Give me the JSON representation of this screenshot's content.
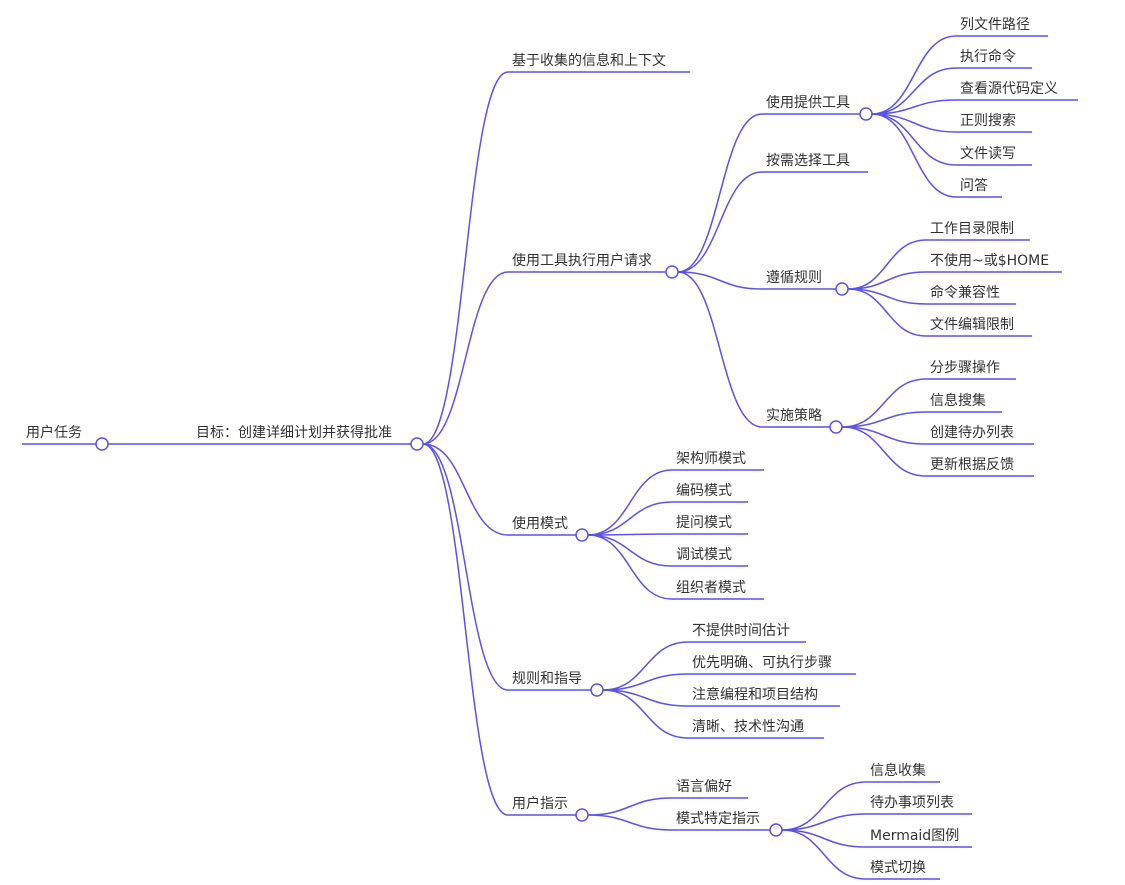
{
  "style": {
    "line_color": "#5b54e6",
    "text_color": "#333333",
    "node_fill": "#ffffff"
  },
  "mindmap": {
    "root": "用户任务",
    "goal": "目标：创建详细计划并获得批准",
    "branches": [
      {
        "label": "基于收集的信息和上下文",
        "children": []
      },
      {
        "label": "使用工具执行用户请求",
        "children": [
          {
            "label": "使用提供工具",
            "children": [
              "列文件路径",
              "执行命令",
              "查看源代码定义",
              "正则搜索",
              "文件读写",
              "问答"
            ]
          },
          {
            "label": "按需选择工具",
            "children": []
          },
          {
            "label": "遵循规则",
            "children": [
              "工作目录限制",
              "不使用~或$HOME",
              "命令兼容性",
              "文件编辑限制"
            ]
          },
          {
            "label": "实施策略",
            "children": [
              "分步骤操作",
              "信息搜集",
              "创建待办列表",
              "更新根据反馈"
            ]
          }
        ]
      },
      {
        "label": "使用模式",
        "children": [
          {
            "label": "架构师模式",
            "children": []
          },
          {
            "label": "编码模式",
            "children": []
          },
          {
            "label": "提问模式",
            "children": []
          },
          {
            "label": "调试模式",
            "children": []
          },
          {
            "label": "组织者模式",
            "children": []
          }
        ]
      },
      {
        "label": "规则和指导",
        "children": [
          {
            "label": "不提供时间估计",
            "children": []
          },
          {
            "label": "优先明确、可执行步骤",
            "children": []
          },
          {
            "label": "注意编程和项目结构",
            "children": []
          },
          {
            "label": "清晰、技术性沟通",
            "children": []
          }
        ]
      },
      {
        "label": "用户指示",
        "children": [
          {
            "label": "语言偏好",
            "children": []
          },
          {
            "label": "模式特定指示",
            "children": [
              "信息收集",
              "待办事项列表",
              "Mermaid图例",
              "模式切换"
            ]
          }
        ]
      }
    ]
  }
}
